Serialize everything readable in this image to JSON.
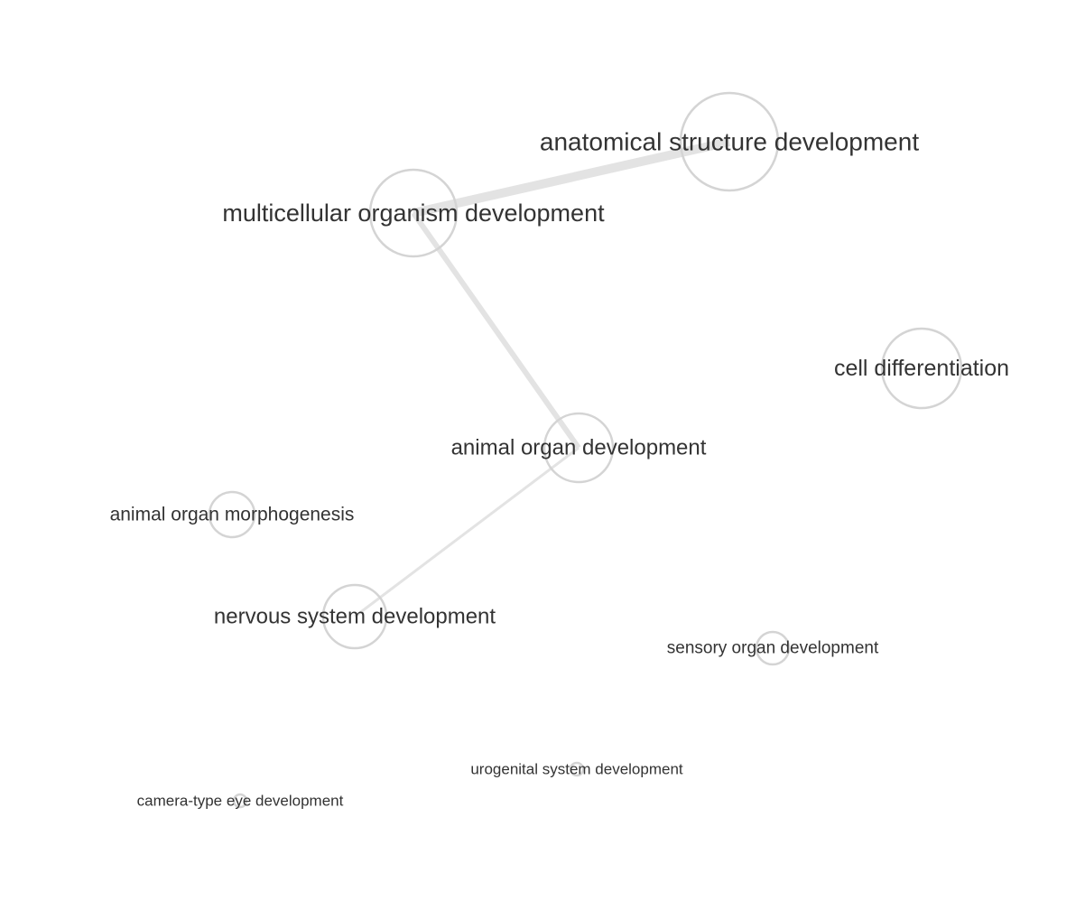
{
  "graph": {
    "nodes": [
      {
        "id": "anatomical-structure-development",
        "label": "anatomical structure development"
      },
      {
        "id": "multicellular-organism-development",
        "label": "multicellular organism development"
      },
      {
        "id": "cell-differentiation",
        "label": "cell differentiation"
      },
      {
        "id": "animal-organ-development",
        "label": "animal organ development"
      },
      {
        "id": "animal-organ-morphogenesis",
        "label": "animal organ morphogenesis"
      },
      {
        "id": "nervous-system-development",
        "label": "nervous system development"
      },
      {
        "id": "sensory-organ-development",
        "label": "sensory organ development"
      },
      {
        "id": "urogenital-system-development",
        "label": "urogenital system development"
      },
      {
        "id": "camera-type-eye-development",
        "label": "camera-type eye development"
      }
    ],
    "edges": [
      {
        "source": "multicellular-organism-development",
        "target": "anatomical-structure-development"
      },
      {
        "source": "multicellular-organism-development",
        "target": "animal-organ-development"
      },
      {
        "source": "animal-organ-development",
        "target": "nervous-system-development"
      }
    ],
    "colors": {
      "node_stroke": "#d4d4d4",
      "edge": "#e3e3e3",
      "label": "#333333"
    }
  }
}
